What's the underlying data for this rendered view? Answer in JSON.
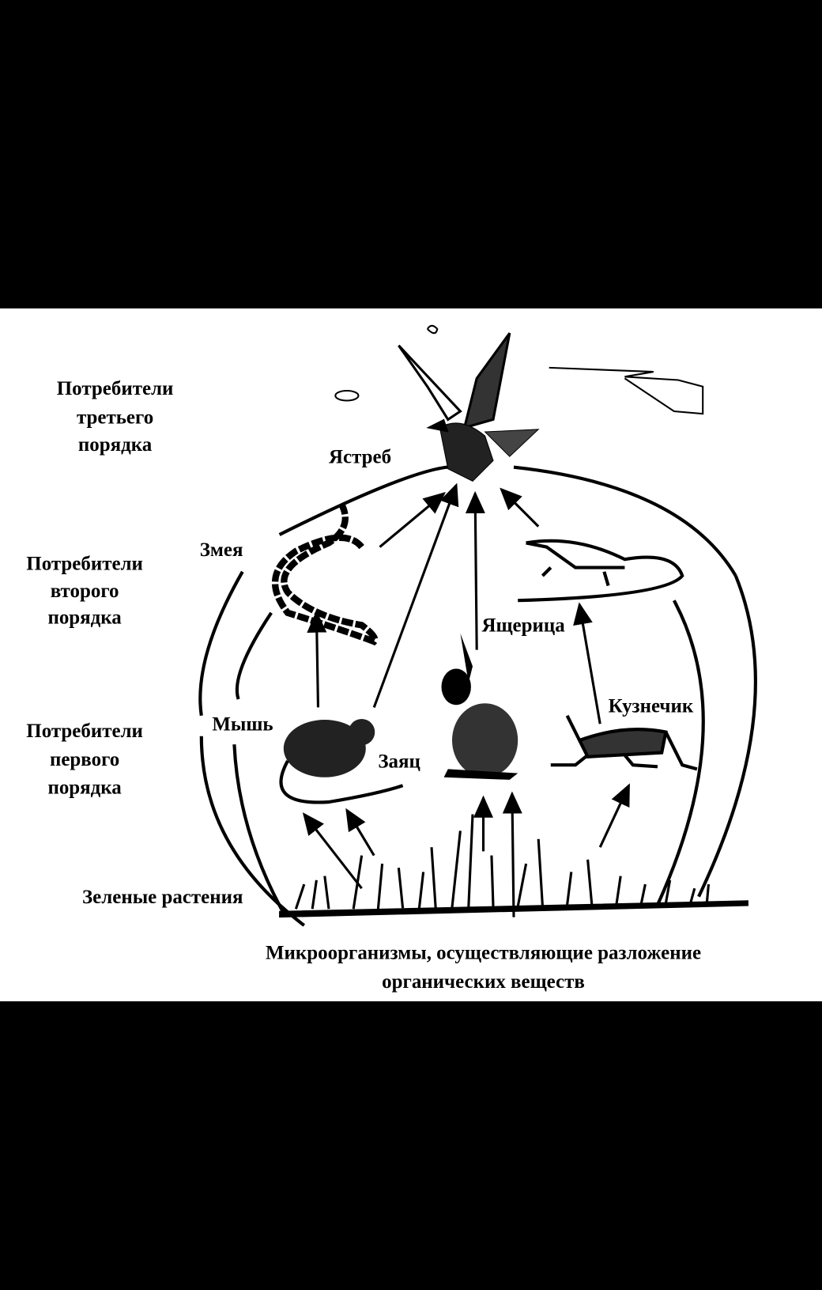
{
  "diagram": {
    "levels": {
      "third": [
        "Потребители",
        "третьего",
        "порядка"
      ],
      "second": [
        "Потребители",
        "второго",
        "порядка"
      ],
      "first": [
        "Потребители",
        "первого",
        "порядка"
      ]
    },
    "organisms": {
      "hawk": "Ястреб",
      "snake": "Змея",
      "lizard": "Ящерица",
      "grasshopper": "Кузнечик",
      "mouse": "Мышь",
      "hare": "Заяц",
      "plants": "Зеленые растения"
    },
    "decomposers": [
      "Микроорганизмы, осуществляющие разложение",
      "органических веществ"
    ]
  }
}
